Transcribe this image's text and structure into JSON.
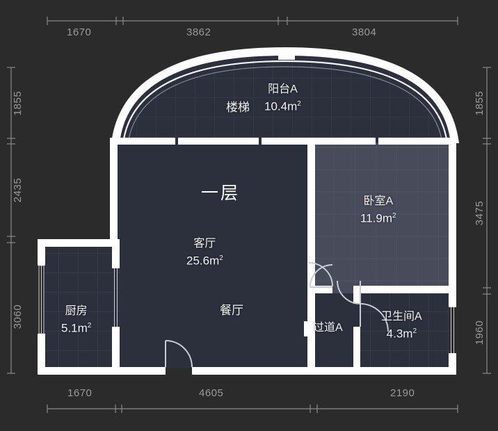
{
  "plan": {
    "floor_title": "一层",
    "background_color": "#2b2b2b",
    "wall_color": "#ffffff",
    "room_fill_color": "#2b303c",
    "bedroom_fill_color": "#474b5a",
    "dim_text_color": "#9a9a9a",
    "label_text_color": "#f2f2f2"
  },
  "dimensions": {
    "top": [
      {
        "value": "1670"
      },
      {
        "value": "3862"
      },
      {
        "value": "3804"
      }
    ],
    "bottom": [
      {
        "value": "1670"
      },
      {
        "value": "4605"
      },
      {
        "value": "2190"
      }
    ],
    "left": [
      {
        "value": "1855"
      },
      {
        "value": "2435"
      },
      {
        "value": "3060"
      }
    ],
    "right": [
      {
        "value": "1855"
      },
      {
        "value": "3475"
      },
      {
        "value": "1960"
      }
    ]
  },
  "rooms": [
    {
      "id": "balcony-a",
      "name": "阳台A",
      "area": "10.4m",
      "area_unit": "2"
    },
    {
      "id": "stairs",
      "name": "楼梯",
      "area": "",
      "area_unit": ""
    },
    {
      "id": "living-room",
      "name": "客厅",
      "area": "25.6m",
      "area_unit": "2"
    },
    {
      "id": "dining-room",
      "name": "餐厅",
      "area": "",
      "area_unit": ""
    },
    {
      "id": "kitchen",
      "name": "厨房",
      "area": "5.1m",
      "area_unit": "2"
    },
    {
      "id": "bedroom-a",
      "name": "卧室A",
      "area": "11.9m",
      "area_unit": "2"
    },
    {
      "id": "corridor-a",
      "name": "过道A",
      "area": "",
      "area_unit": ""
    },
    {
      "id": "bathroom-a",
      "name": "卫生间A",
      "area": "4.3m",
      "area_unit": "2"
    }
  ]
}
